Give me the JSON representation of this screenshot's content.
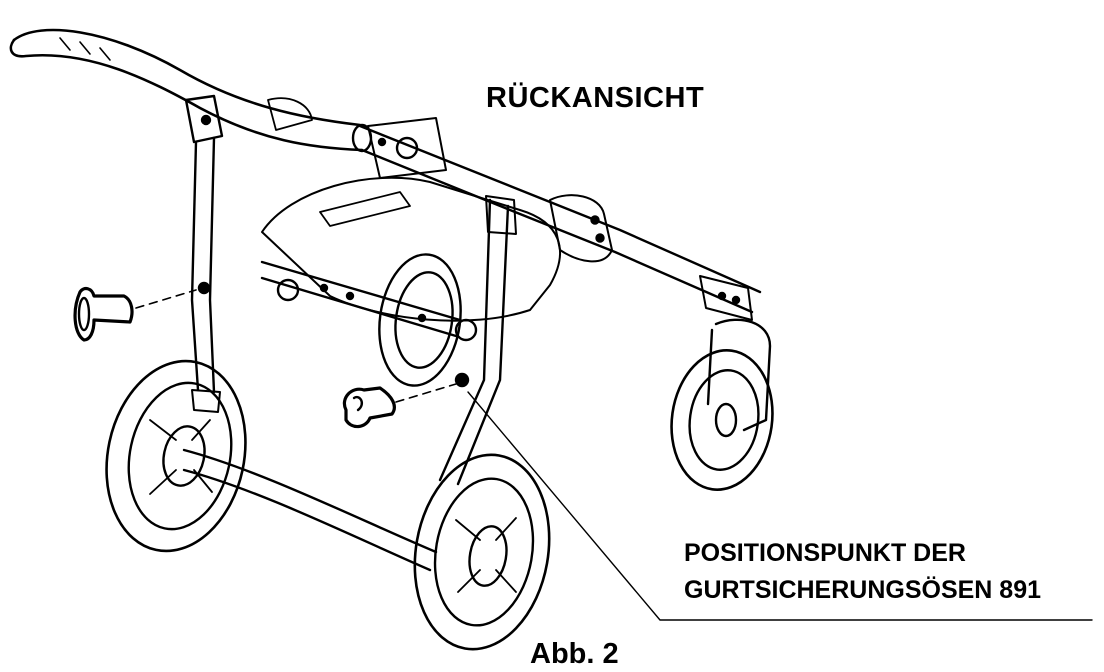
{
  "view_title": "RÜCKANSICHT",
  "callout": {
    "line1": "POSITIONSPUNKT DER",
    "line2": "GURTSICHERUNGSÖSEN 891"
  },
  "figure_caption": "Abb. 2",
  "colors": {
    "ink": "#000000",
    "paper": "#ffffff",
    "grey": "#cfcfcf"
  }
}
